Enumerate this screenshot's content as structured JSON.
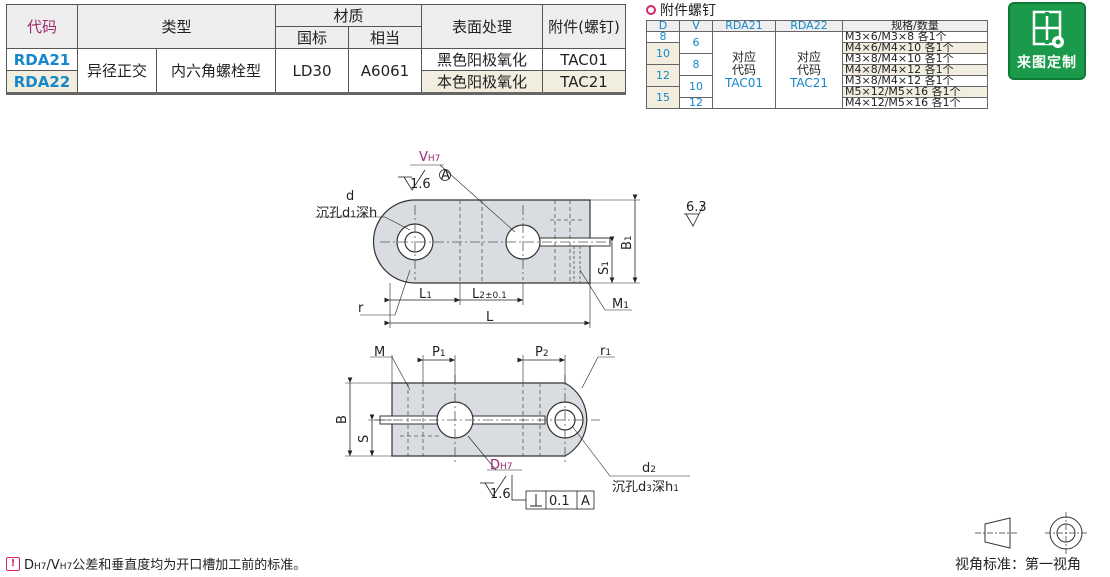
{
  "main_table": {
    "headers": {
      "code": "代码",
      "type": "类型",
      "material": "材质",
      "material_std": "国标",
      "material_equiv": "相当",
      "surface": "表面处理",
      "accessory": "附件(螺钉)"
    },
    "rows": [
      {
        "code": "RDA21",
        "surface": "黑色阳极氧化",
        "accessory": "TAC01"
      },
      {
        "code": "RDA22",
        "surface": "本色阳极氧化",
        "accessory": "TAC21"
      }
    ],
    "type_a": "异径正交",
    "type_b": "内六角螺栓型",
    "material_std": "LD30",
    "material_equiv": "A6061"
  },
  "screw_table": {
    "title": "附件螺钉",
    "headers": {
      "d": "D",
      "v": "V",
      "rda21": "RDA21",
      "rda22": "RDA22",
      "spec": "规格/数量"
    },
    "d_values": [
      "8",
      "10",
      "12",
      "15"
    ],
    "v_values": [
      "6",
      "8",
      "10",
      "12"
    ],
    "rda21_lines": [
      "对应",
      "代码",
      "TAC01"
    ],
    "rda22_lines": [
      "对应",
      "代码",
      "TAC21"
    ],
    "specs": [
      "M3×6/M3×8 各1个",
      "M4×6/M4×10 各1个",
      "M3×8/M4×10 各1个",
      "M4×8/M4×12 各1个",
      "M3×8/M4×12 各1个",
      "M5×12/M5×16 各1个",
      "M4×12/M5×16 各1个"
    ]
  },
  "badge": {
    "label": "来图定制",
    "icon": "blueprint-custom-icon"
  },
  "drawing_labels": {
    "vh7": "V",
    "vh7_sub": "H7",
    "roughness_top": "1.6",
    "datum_a": "A",
    "d": "d",
    "counterbore_top": "沉孔d",
    "counterbore_top_sub": "1",
    "counterbore_top_tail": "深h",
    "r": "r",
    "l1": "L",
    "l1_sub": "1",
    "l2": "L",
    "l2_sub": "2±0.1",
    "l": "L",
    "m1": "M",
    "m1_sub": "1",
    "b1": "B",
    "b1_sub": "1",
    "s1": "S",
    "s1_sub": "1",
    "surface_roughness": "6.3",
    "m": "M",
    "p1": "P",
    "p1_sub": "1",
    "p2": "P",
    "p2_sub": "2",
    "r1": "r",
    "r1_sub": "1",
    "b": "B",
    "s": "S",
    "dh7": "D",
    "dh7_sub": "H7",
    "roughness_bottom": "1.6",
    "perp_value": "0.1",
    "perp_datum": "A",
    "d2": "d",
    "d2_sub": "2",
    "counterbore_bottom": "沉孔d",
    "counterbore_bottom_sub": "3",
    "counterbore_bottom_tail": "深h",
    "counterbore_bottom_tail_sub": "1"
  },
  "footnote": {
    "text": "D",
    "sub1": "H7",
    "mid": "/V",
    "sub2": "H7",
    "tail": "公差和垂直度均为开口槽加工前的标准。"
  },
  "view_standard": "视角标准：第一视角"
}
